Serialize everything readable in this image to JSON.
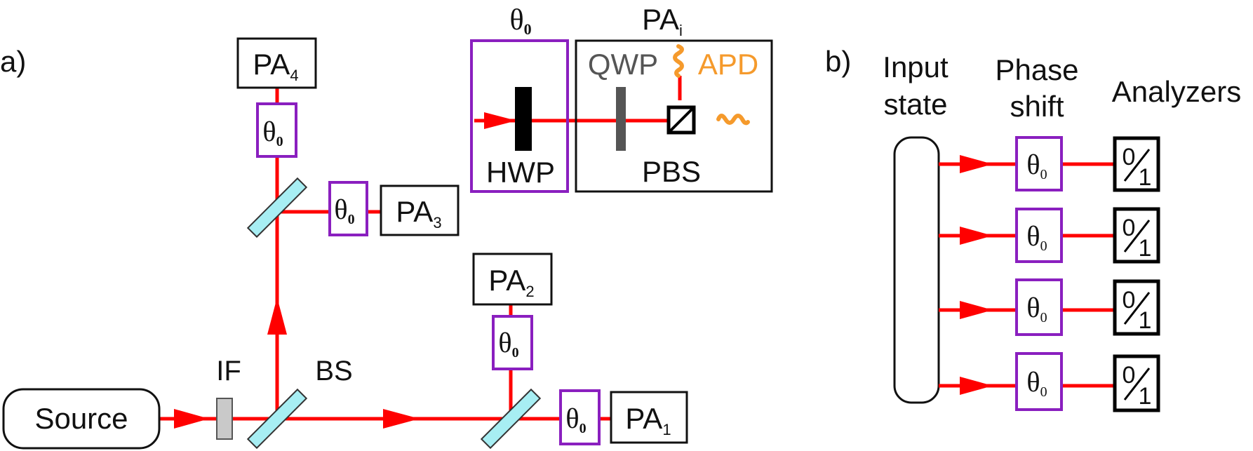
{
  "panel_a": {
    "label": "a)",
    "source": "Source",
    "if_label": "IF",
    "bs_label": "BS",
    "theta": "θ",
    "theta_sub": "0",
    "pa_base": "PA",
    "pa1_sub": "1",
    "pa2_sub": "2",
    "pa3_sub": "3",
    "pa4_sub": "4",
    "inset": {
      "theta": "θ",
      "theta_sub": "0",
      "pa": "PA",
      "pa_sub": "i",
      "qwp": "QWP",
      "apd": "APD",
      "hwp": "HWP",
      "pbs": "PBS"
    }
  },
  "panel_b": {
    "label": "b)",
    "input_line1": "Input",
    "input_line2": "state",
    "phase_line1": "Phase",
    "phase_line2": "shift",
    "analyzers": "Analyzers",
    "theta": "θ",
    "theta_sub": "0",
    "analyzer_num": "0",
    "analyzer_den": "1",
    "channels": 4
  },
  "colors": {
    "beam": "#ff0000",
    "phase_box": "#8a1fbf",
    "splitter": "#a7eef3",
    "filter": "#c9c9c9",
    "qwp": "#555555",
    "apd": "#f59a2c",
    "outline": "#111111"
  }
}
